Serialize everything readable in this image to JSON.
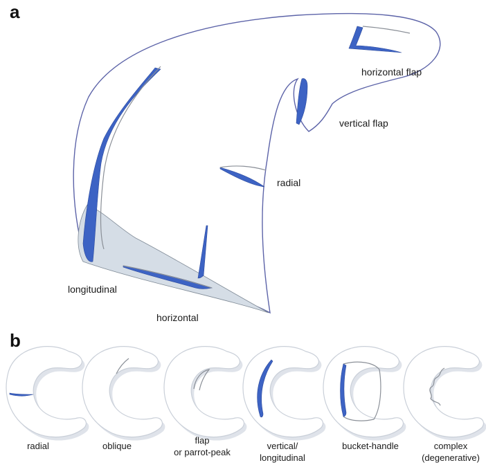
{
  "panel_a": {
    "letter": "a",
    "labels": {
      "horizontal_flap": "horizontal flap",
      "vertical_flap": "vertical flap",
      "radial": "radial",
      "longitudinal": "longitudinal",
      "horizontal": "horizontal"
    },
    "colors": {
      "tear": "#3d63c4",
      "outline": "#5c63a8",
      "shade": "#d5dde6"
    }
  },
  "panel_b": {
    "letter": "b",
    "types": [
      {
        "line1": "radial",
        "line2": ""
      },
      {
        "line1": "oblique",
        "line2": ""
      },
      {
        "line1": "flap",
        "line2": "or parrot-peak"
      },
      {
        "line1": "vertical/",
        "line2": "longitudinal"
      },
      {
        "line1": "bucket-handle",
        "line2": ""
      },
      {
        "line1": "complex",
        "line2": "(degenerative)"
      }
    ]
  }
}
